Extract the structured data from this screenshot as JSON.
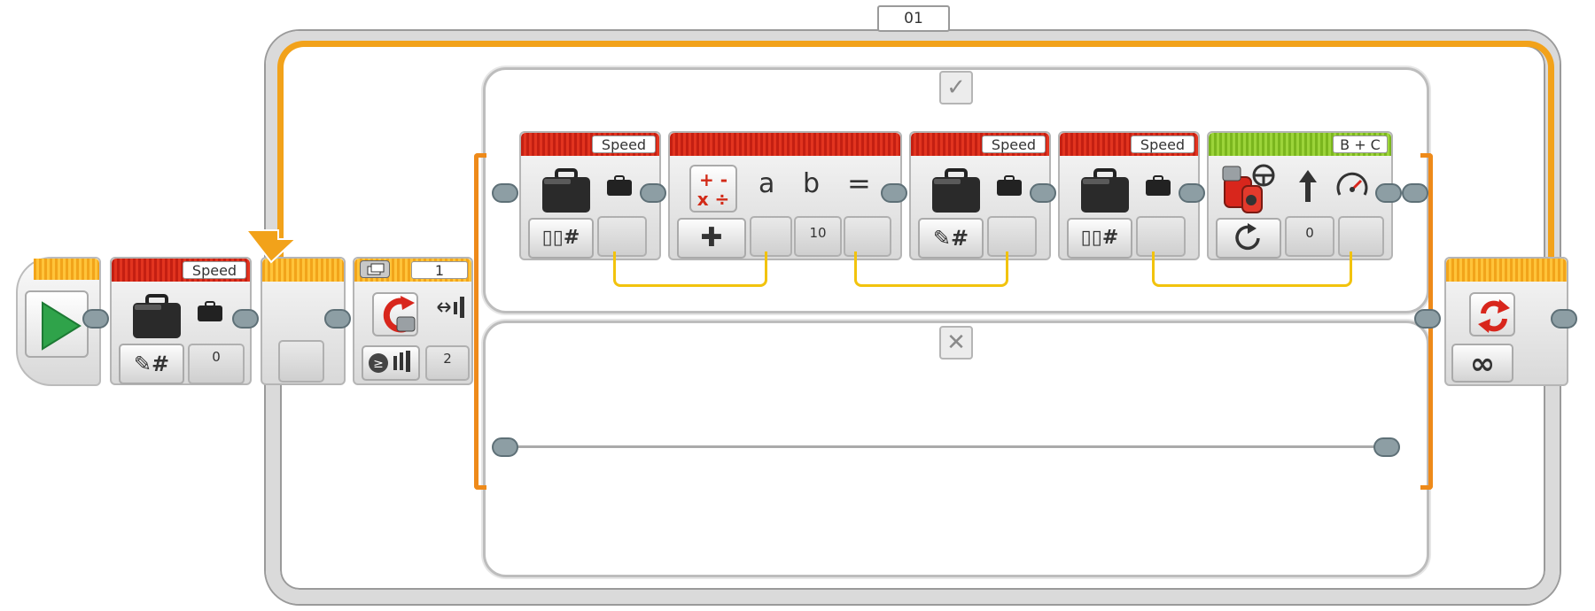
{
  "loop": {
    "name": "01",
    "mode_icon": "infinity-icon",
    "mode_symbol": "∞"
  },
  "start": {
    "icon": "play-icon"
  },
  "var1": {
    "label": "Speed",
    "mode_symbol": "✎#",
    "value": "0"
  },
  "switch": {
    "label": "1",
    "value": "2",
    "true_tab": "✓",
    "false_tab": "✕"
  },
  "var2": {
    "label": "Speed",
    "mode_symbol": "▯▯#"
  },
  "math": {
    "ops_symbol": "+ -\nx ÷",
    "a_label": "a",
    "b_label": "b",
    "eq_label": "=",
    "mode_symbol": "✚",
    "b_value": "10"
  },
  "var3": {
    "label": "Speed",
    "mode_symbol": "✎#"
  },
  "var4": {
    "label": "Speed",
    "mode_symbol": "▯▯#"
  },
  "steer": {
    "ports": "B + C",
    "steer_value": "0"
  },
  "colors": {
    "red_header": "#d22a17",
    "orange_header": "#f8b22a",
    "green_header": "#8cc42a",
    "loop_wire": "#f2a21a",
    "data_wire": "#f2c30d"
  }
}
